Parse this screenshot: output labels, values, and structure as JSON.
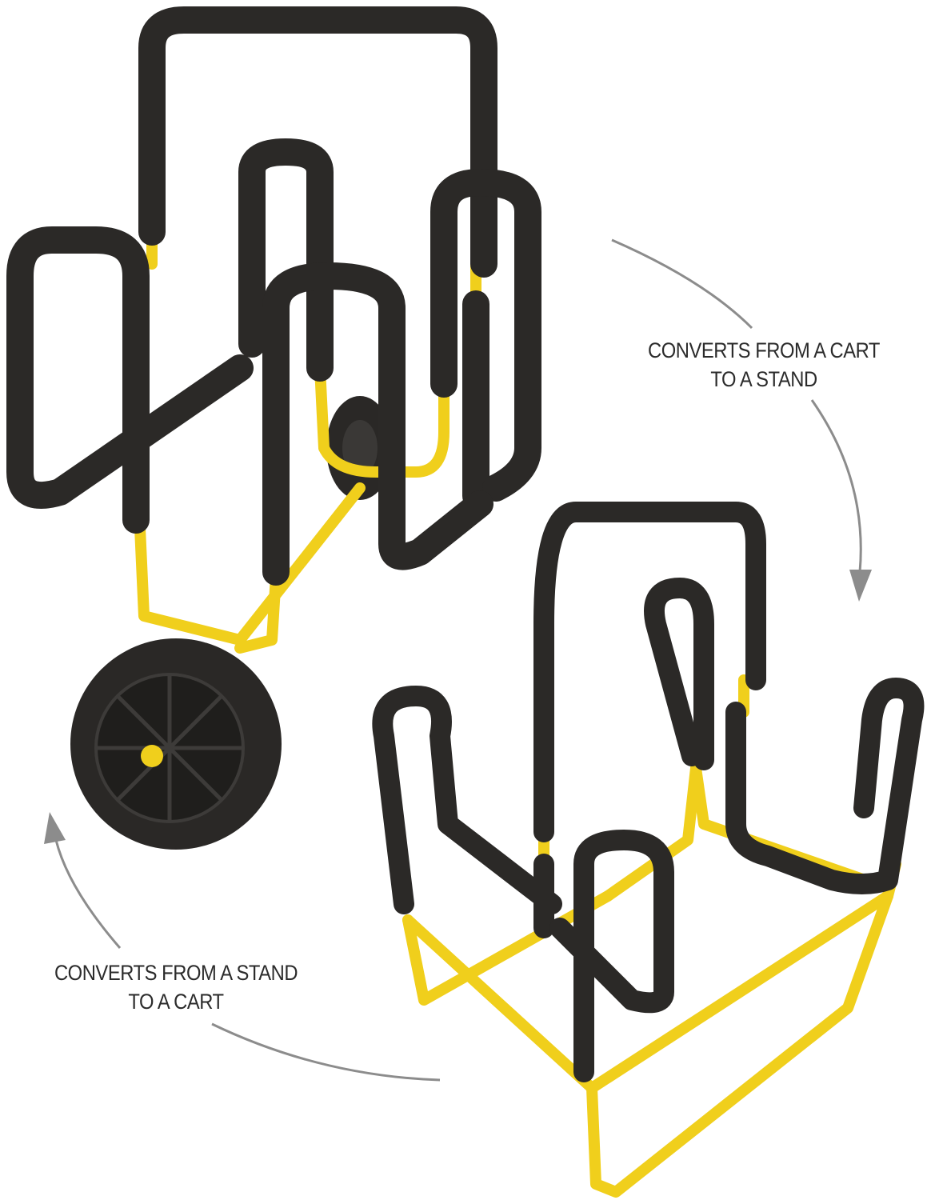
{
  "captions": {
    "cart_to_stand": [
      "CONVERTS FROM A CART",
      "TO A STAND"
    ],
    "stand_to_cart": [
      "CONVERTS FROM A STAND",
      "TO A CART"
    ]
  },
  "colors": {
    "foam": "#2b2927",
    "frame": "#f0cf1c",
    "arrow": "#8c8c8c"
  }
}
